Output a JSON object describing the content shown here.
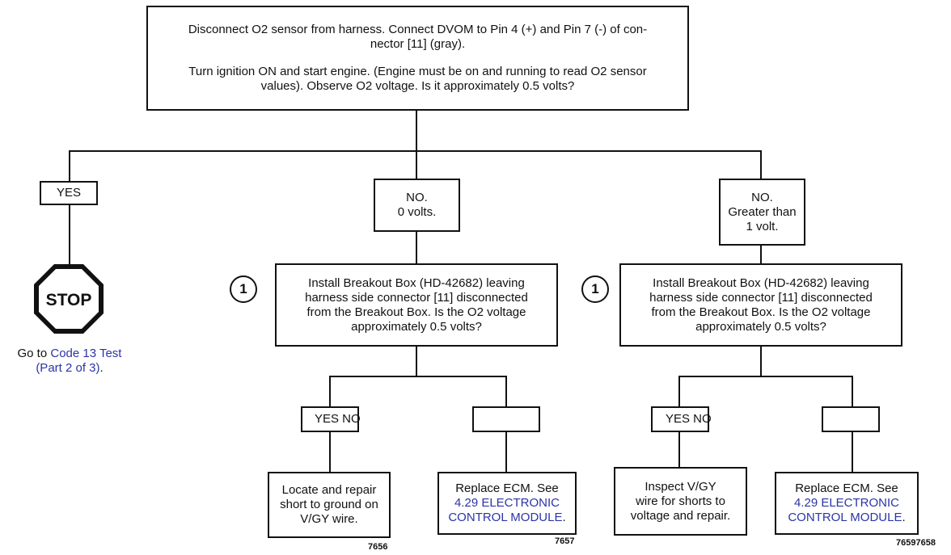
{
  "top_box": {
    "line1": "Disconnect O2 sensor from harness. Connect DVOM to Pin 4 (+) and Pin 7 (-) of con-",
    "line2": "nector [11] (gray).",
    "line3": "Turn ignition ON and start engine. (Engine must be on and running to read O2 sensor",
    "line4": "values). Observe O2 voltage. Is it approximately 0.5 volts?"
  },
  "branch_yes": {
    "label": "YES"
  },
  "branch_no_zero": {
    "line1": "NO.",
    "line2": "0 volts."
  },
  "branch_no_greater": {
    "line1": "NO.",
    "line2": "Greater than",
    "line3": "1 volt."
  },
  "stop": {
    "sign_text": "STOP",
    "caption_prefix": "Go to ",
    "caption_link": "Code 13 Test",
    "caption_line2": "(Part 2 of 3)",
    "caption_suffix": "."
  },
  "step_marker": "1",
  "breakout_box": {
    "line1": "Install Breakout Box (HD-42682) leaving",
    "line2": "harness side connector [11] disconnected",
    "line3": "from the Breakout Box. Is the O2 voltage",
    "line4": "approximately 0.5 volts?"
  },
  "yes_no_label": "YES NO",
  "left_result": {
    "line1": "Locate and repair",
    "line2": "short to ground on",
    "line3": "V/GY wire."
  },
  "right_result": {
    "line1": "Inspect V/GY",
    "line2": "wire for shorts to",
    "line3": "voltage and repair."
  },
  "replace_ecm": {
    "line1": "Replace ECM. See",
    "link_line1": "4.29 ELECTRONIC",
    "link_line2": "CONTROL MODULE",
    "suffix": "."
  },
  "figure_ids": {
    "a": "7656",
    "b": "7657",
    "c": "76597658"
  },
  "colors": {
    "line": "#111111",
    "link": "#2b34a6",
    "background": "#ffffff"
  }
}
